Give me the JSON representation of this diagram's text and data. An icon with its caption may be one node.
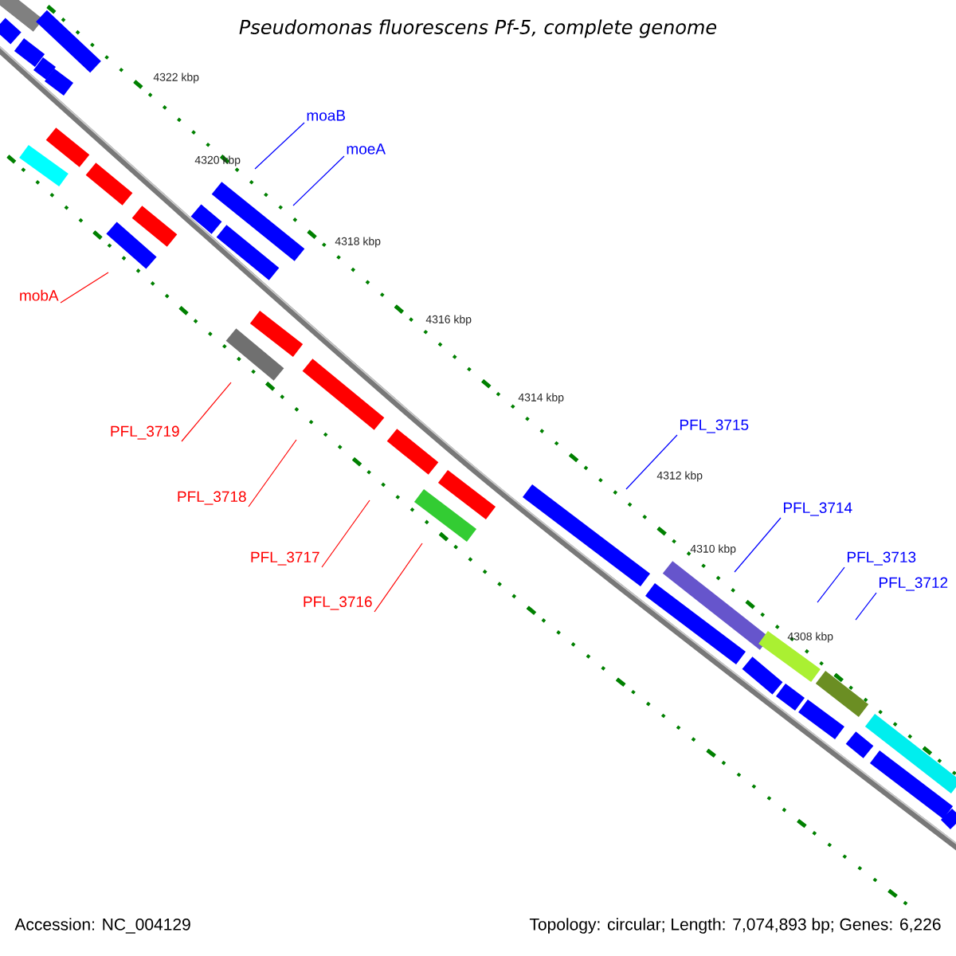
{
  "diagram": {
    "title": "Pseudomonas fluorescens Pf-5, complete genome",
    "nodes": [
      {
        "text": [
          "moaB"
        ]
      },
      {
        "text": [
          "moeA"
        ]
      },
      {
        "text": [
          "mobA"
        ]
      },
      {
        "text": [
          "PFL_3719"
        ]
      },
      {
        "text": [
          "PFL_3718"
        ]
      },
      {
        "text": [
          "PFL_3717"
        ]
      },
      {
        "text": [
          "PFL_3716"
        ]
      },
      {
        "text": [
          "PFL_3715"
        ]
      },
      {
        "text": [
          "PFL_3714"
        ]
      },
      {
        "text": [
          "PFL_3713"
        ]
      },
      {
        "text": [
          "PFL_3712"
        ]
      }
    ],
    "edges": [
      {
        "from": 0,
        "to": null,
        "arrow": "none"
      },
      {
        "from": 1,
        "to": null,
        "arrow": "none"
      },
      {
        "from": 2,
        "to": null,
        "arrow": "none",
        "color": "#ff0000"
      },
      {
        "from": 3,
        "to": null,
        "arrow": "none",
        "color": "#ff0000"
      },
      {
        "from": 4,
        "to": null,
        "arrow": "none",
        "color": "#ff0000"
      },
      {
        "from": 5,
        "to": null,
        "arrow": "none",
        "color": "#ff0000"
      },
      {
        "from": 6,
        "to": null,
        "arrow": "none",
        "color": "#ff0000"
      },
      {
        "from": 7,
        "to": null,
        "arrow": "none"
      },
      {
        "from": 8,
        "to": null,
        "arrow": "none"
      },
      {
        "from": 9,
        "to": null,
        "arrow": "none"
      },
      {
        "from": 10,
        "to": null,
        "arrow": "none"
      }
    ],
    "labels": [
      "4322 kbp",
      "4320 kbp",
      "4318 kbp",
      "4316 kbp",
      "4314 kbp",
      "4312 kbp",
      "4310 kbp",
      "4308 kbp",
      "Accession: NC_004129",
      "Topology: circular; Length: 7,074,893 bp; Genes: 6,226"
    ]
  }
}
